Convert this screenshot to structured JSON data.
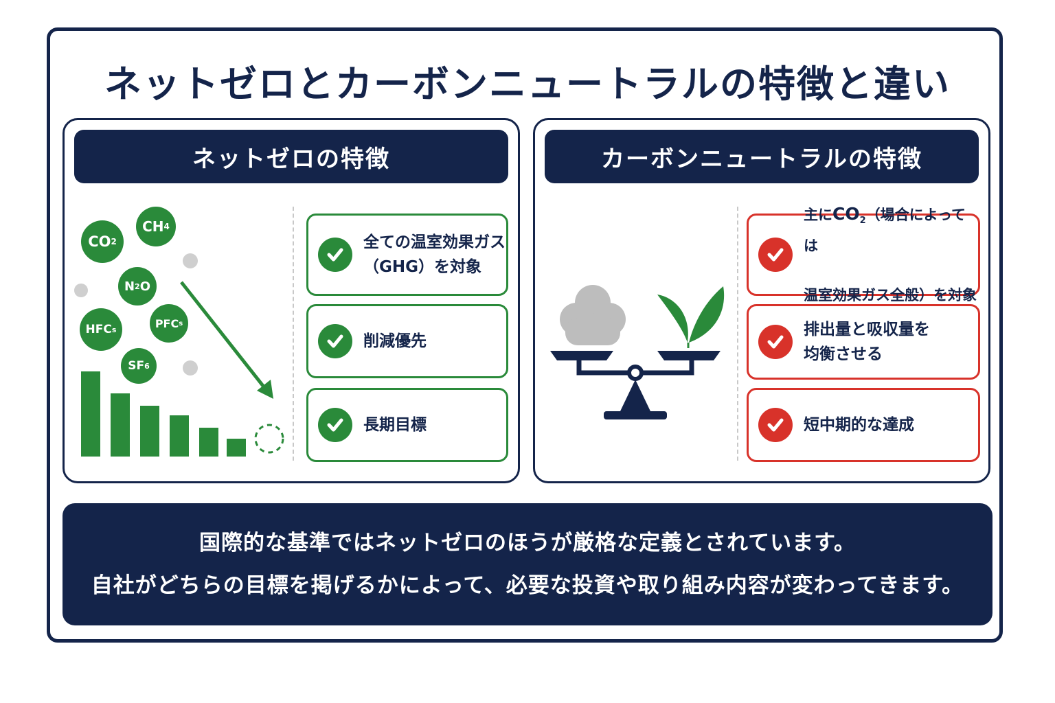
{
  "title": "ネットゼロとカーボンニュートラルの特徴と違い",
  "colors": {
    "navy": "#14244a",
    "green": "#2a8a3a",
    "red": "#d8322a"
  },
  "net_zero": {
    "header": "ネットゼロの特徴",
    "gases": {
      "co2": {
        "base": "CO",
        "sub": "2"
      },
      "ch4": {
        "base": "CH",
        "sub": "4"
      },
      "n2o": {
        "pre": "N",
        "sub": "2",
        "post": "O"
      },
      "hfcs": {
        "base": "HFC",
        "sub": "s"
      },
      "pfcs": {
        "base": "PFC",
        "sub": "s"
      },
      "sf6": {
        "base": "SF",
        "sub": "6"
      }
    },
    "features": [
      "全ての温室効果ガス\n（GHG）を対象",
      "削減優先",
      "長期目標"
    ]
  },
  "carbon_neutral": {
    "header": "カーボンニュートラルの特徴",
    "feature1": {
      "pre": "主に",
      "co": "CO",
      "sub": "2",
      "post": "（場合によっては",
      "line2": "温室効果ガス全般）を対象"
    },
    "features": [
      "排出量と吸収量を\n均衡させる",
      "短中期的な達成"
    ]
  },
  "banner": {
    "line1": "国際的な基準ではネットゼロのほうが厳格な定義とされています。",
    "line2": "自社がどちらの目標を掲げるかによって、必要な投資や取り組み内容が変わってきます。"
  }
}
